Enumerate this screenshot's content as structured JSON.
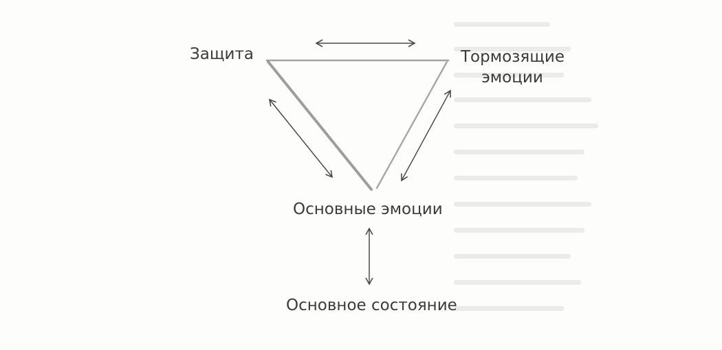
{
  "diagram": {
    "nodes": {
      "defense": "Защита",
      "inhibitory_emotions": "Тормозящие эмоции",
      "core_emotions": "Основные эмоции",
      "core_state": "Основное состояние"
    },
    "colors": {
      "text": "#3b3b3b",
      "arrows": "#4a4a4a",
      "triangle": "#9a9a9a",
      "background": "#fdfdfc",
      "bleed_through": "#ebebea"
    }
  }
}
